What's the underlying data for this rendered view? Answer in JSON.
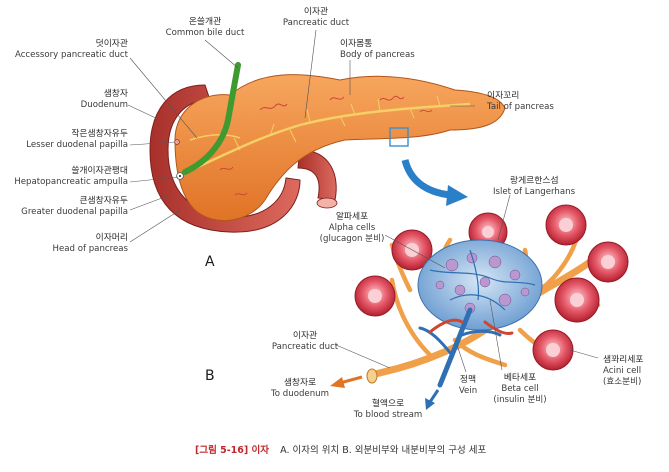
{
  "panels": {
    "a": "A",
    "b": "B"
  },
  "labels": {
    "common_bile_duct": {
      "ko": "온쓸개관",
      "en": "Common bile duct"
    },
    "accessory_duct": {
      "ko": "덧이자관",
      "en": "Accessory pancreatic duct"
    },
    "pancreatic_duct_top": {
      "ko": "이자관",
      "en": "Pancreatic duct"
    },
    "body": {
      "ko": "이자몸통",
      "en": "Body of pancreas"
    },
    "tail": {
      "ko": "이자꼬리",
      "en": "Tail of pancreas"
    },
    "duodenum": {
      "ko": "샘창자",
      "en": "Duodenum"
    },
    "lesser_papilla": {
      "ko": "작은샘창자유두",
      "en": "Lesser duodenal papilla"
    },
    "ampulla": {
      "ko": "쓸개이자관팽대",
      "en": "Hepatopancreatic ampulla"
    },
    "greater_papilla": {
      "ko": "큰샘창자유두",
      "en": "Greater duodenal papilla"
    },
    "head": {
      "ko": "이자머리",
      "en": "Head of pancreas"
    },
    "islet": {
      "ko": "랑게르한스섬",
      "en": "Islet of Langerhans"
    },
    "alpha": {
      "ko": "알파세포",
      "en": "Alpha cells",
      "sub": "(glucagon 분비)"
    },
    "pancreatic_duct_b": {
      "ko": "이자관",
      "en": "Pancreatic duct"
    },
    "to_duodenum": {
      "ko": "샘창자로",
      "en": "To duodenum"
    },
    "to_blood": {
      "ko": "혈액으로",
      "en": "To blood stream"
    },
    "vein": {
      "ko": "정맥",
      "en": "Vein"
    },
    "beta": {
      "ko": "베타세포",
      "en": "Beta cell",
      "sub": "(insulin 분비)"
    },
    "acini": {
      "ko": "샘꽈리세포",
      "en": "Acini cell",
      "sub": "(효소분비)"
    }
  },
  "caption": {
    "figure": "[그림 5-16] 이자",
    "text": "A. 이자의 위치  B. 외분비부와 내분비부의 구성 세포"
  },
  "colors": {
    "pancreas": "#f08a3c",
    "duodenum": "#c9423b",
    "bile_duct": "#3f9a2f",
    "vein": "#2f6fb5",
    "islet": "#8fb8e0",
    "acini": "#d9344a",
    "arrow": "#2a7fc9",
    "caption": "#c1272d"
  }
}
